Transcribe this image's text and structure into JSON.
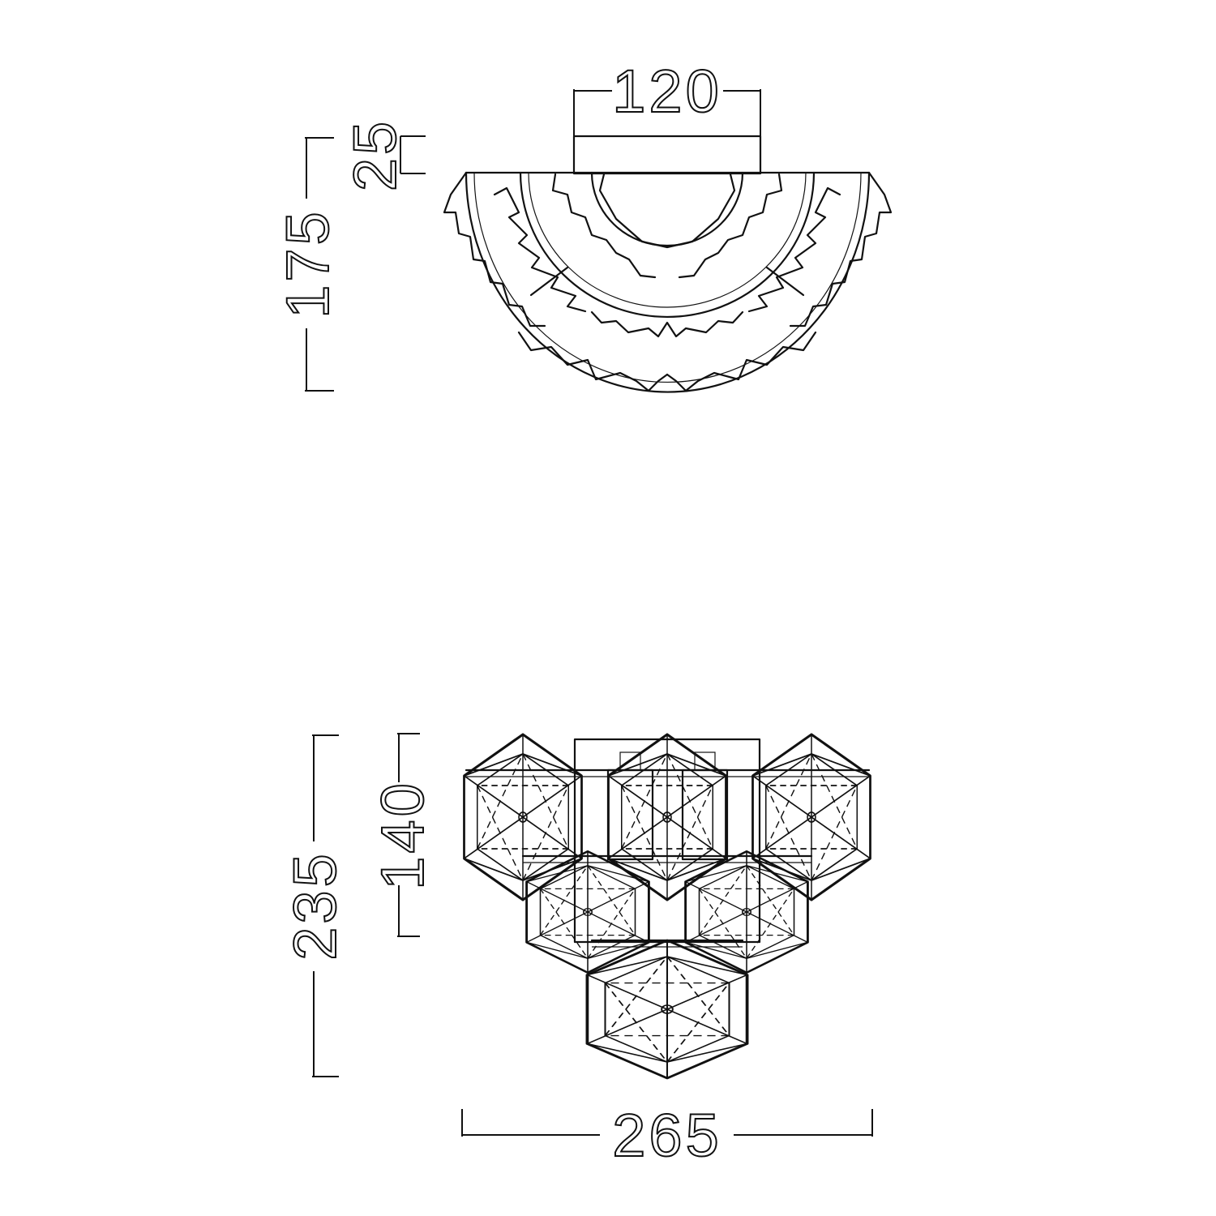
{
  "dimensions": {
    "side_width": "120",
    "side_mount": "25",
    "side_height": "175",
    "front_height": "235",
    "front_plate": "140",
    "front_width": "265"
  }
}
